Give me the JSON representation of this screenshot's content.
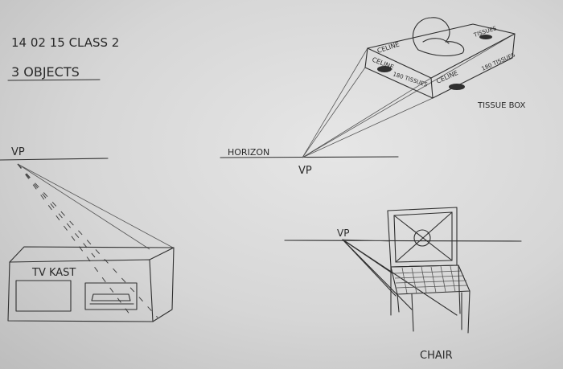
{
  "header": {
    "date_class": "14  02  15      CLASS 2",
    "subtitle": "3 OBJECTS"
  },
  "labels": {
    "vp_left": "VP",
    "vp_center": "VP",
    "vp_chair": "VP",
    "horizon": "HORIZON",
    "tissue_box": "TISSUE BOX",
    "tv_kast": "TV  KAST",
    "chair": "CHAIR",
    "celine_1": "CELINE",
    "celine_2": "CELINE",
    "celine_3": "CELINE",
    "tissues_1": "180 TISSUES",
    "tissues_2": "180 TISSUES",
    "tissues_3": "TISSUES"
  },
  "colors": {
    "paper": "#dcdcdc",
    "pencil": "#2f2f2f"
  }
}
